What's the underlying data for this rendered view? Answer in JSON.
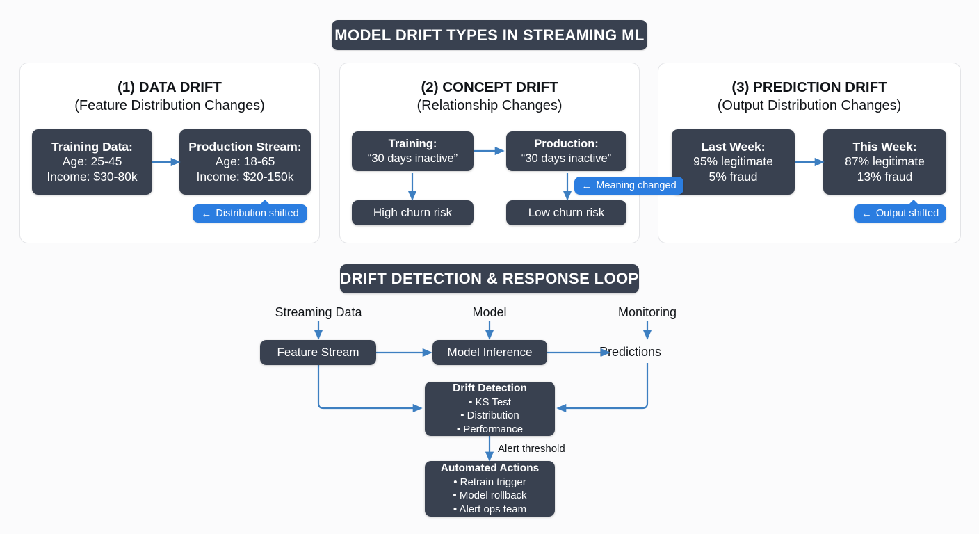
{
  "headers": {
    "top_banner": "MODEL DRIFT TYPES IN STREAMING ML",
    "loop_banner": "DRIFT DETECTION & RESPONSE LOOP"
  },
  "colors": {
    "node_dark": "#394150",
    "badge_blue": "#2b7de0",
    "arrow_blue": "#3d7fc1",
    "page_background": "#fbfbfc",
    "panel_border": "#e3e4e7"
  },
  "panels": [
    {
      "title": "(1) DATA DRIFT",
      "subtitle": "(Feature Distribution Changes)",
      "left_box": {
        "title": "Training Data:",
        "line1": "Age: 25-45",
        "line2": "Income: $30-80k"
      },
      "right_box": {
        "title": "Production Stream:",
        "line1": "Age: 18-65",
        "line2": "Income: $20-150k"
      },
      "badge": "Distribution shifted",
      "badge_arrow": "←"
    },
    {
      "title": "(2) CONCEPT DRIFT",
      "subtitle": "(Relationship Changes)",
      "left_box": {
        "title": "Training:",
        "line1": "“30 days inactive”"
      },
      "right_box": {
        "title": "Production:",
        "line1": "“30 days inactive”"
      },
      "left_outcome": "High churn risk",
      "right_outcome": "Low churn risk",
      "badge": "Meaning changed",
      "badge_arrow": "←"
    },
    {
      "title": "(3) PREDICTION DRIFT",
      "subtitle": "(Output Distribution Changes)",
      "left_box": {
        "title": "Last Week:",
        "line1": "95% legitimate",
        "line2": "5% fraud"
      },
      "right_box": {
        "title": "This Week:",
        "line1": "87% legitimate",
        "line2": "13% fraud"
      },
      "badge": "Output shifted",
      "badge_arrow": "←"
    }
  ],
  "loop": {
    "input_labels": {
      "streaming_data": "Streaming Data",
      "model": "Model",
      "monitoring": "Monitoring"
    },
    "feature_stream": "Feature Stream",
    "model_inference": "Model Inference",
    "predictions": "Predictions",
    "drift_detection": {
      "title": "Drift Detection",
      "items": [
        "• KS Test",
        "• Distribution",
        "• Performance"
      ]
    },
    "alert_threshold": "Alert threshold",
    "automated_actions": {
      "title": "Automated Actions",
      "items": [
        "• Retrain trigger",
        "• Model rollback",
        "• Alert ops team"
      ]
    }
  }
}
